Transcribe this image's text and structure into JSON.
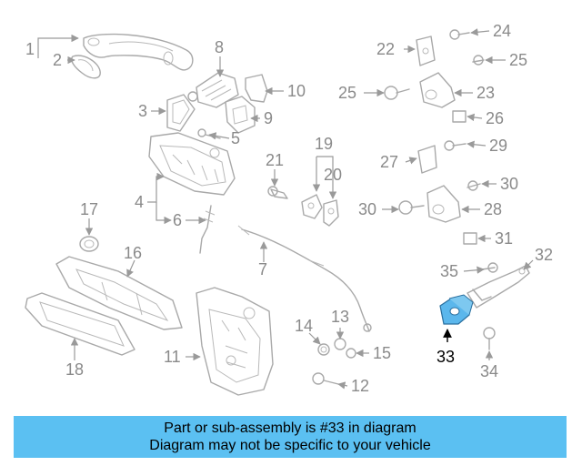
{
  "callouts": {
    "c1": "1",
    "c2": "2",
    "c3": "3",
    "c4": "4",
    "c5": "5",
    "c6": "6",
    "c7": "7",
    "c8": "8",
    "c9": "9",
    "c10": "10",
    "c11": "11",
    "c12": "12",
    "c13": "13",
    "c14": "14",
    "c15": "15",
    "c16": "16",
    "c17": "17",
    "c18": "18",
    "c19": "19",
    "c20": "20",
    "c21": "21",
    "c22": "22",
    "c23": "23",
    "c24": "24",
    "c25a": "25",
    "c25b": "25",
    "c26": "26",
    "c27": "27",
    "c28": "28",
    "c29": "29",
    "c30a": "30",
    "c30b": "30",
    "c31": "31",
    "c32": "32",
    "c33": "33",
    "c34": "34",
    "c35": "35"
  },
  "highlight": {
    "part_number": "33",
    "color": "#5bb7ec"
  },
  "banner": {
    "line1": "Part or sub-assembly is #33 in diagram",
    "line2": "Diagram may not be specific to your vehicle",
    "background": "#5bc0f2"
  }
}
